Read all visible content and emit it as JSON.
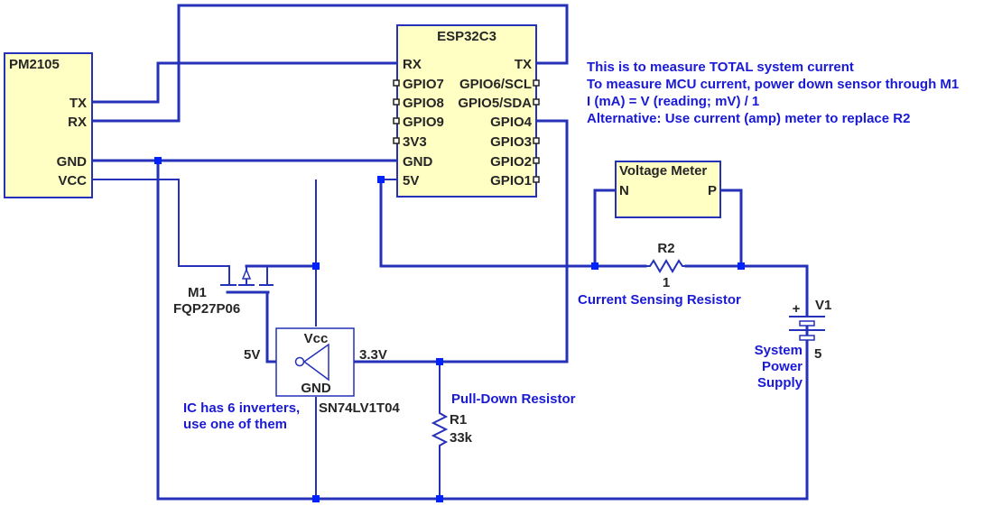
{
  "components": {
    "pm2105": {
      "name": "PM2105",
      "pins": {
        "tx": "TX",
        "rx": "RX",
        "gnd": "GND",
        "vcc": "VCC"
      }
    },
    "esp32c3": {
      "name": "ESP32C3",
      "left_pins": [
        "RX",
        "GPIO7",
        "GPIO8",
        "GPIO9",
        "3V3",
        "GND",
        "5V"
      ],
      "right_pins": [
        "TX",
        "GPIO6/SCL",
        "GPIO5/SDA",
        "GPIO4",
        "GPIO3",
        "GPIO2",
        "GPIO1"
      ]
    },
    "voltage_meter": {
      "name": "Voltage Meter",
      "pin_n": "N",
      "pin_p": "P"
    },
    "r2": {
      "ref": "R2",
      "value": "1"
    },
    "r1": {
      "ref": "R1",
      "value": "33k"
    },
    "m1": {
      "ref": "M1",
      "part": "FQP27P06"
    },
    "v1": {
      "ref": "V1",
      "value": "5",
      "plus": "+"
    },
    "inverter": {
      "vcc": "Vcc",
      "gnd": "GND",
      "part": "SN74LV1T04",
      "in_label": "5V",
      "out_label": "3.3V"
    }
  },
  "notes": {
    "main": [
      "This is to measure TOTAL system current",
      "To measure MCU current, power down sensor through M1",
      "I (mA) = V (reading; mV) / 1",
      "Alternative: Use current (amp) meter to replace R2"
    ],
    "current_sensing": "Current Sensing Resistor",
    "pull_down": "Pull-Down Resistor",
    "ic_note": [
      "IC has 6 inverters,",
      "use one of them"
    ],
    "supply": [
      "System",
      "Power",
      "Supply"
    ]
  }
}
